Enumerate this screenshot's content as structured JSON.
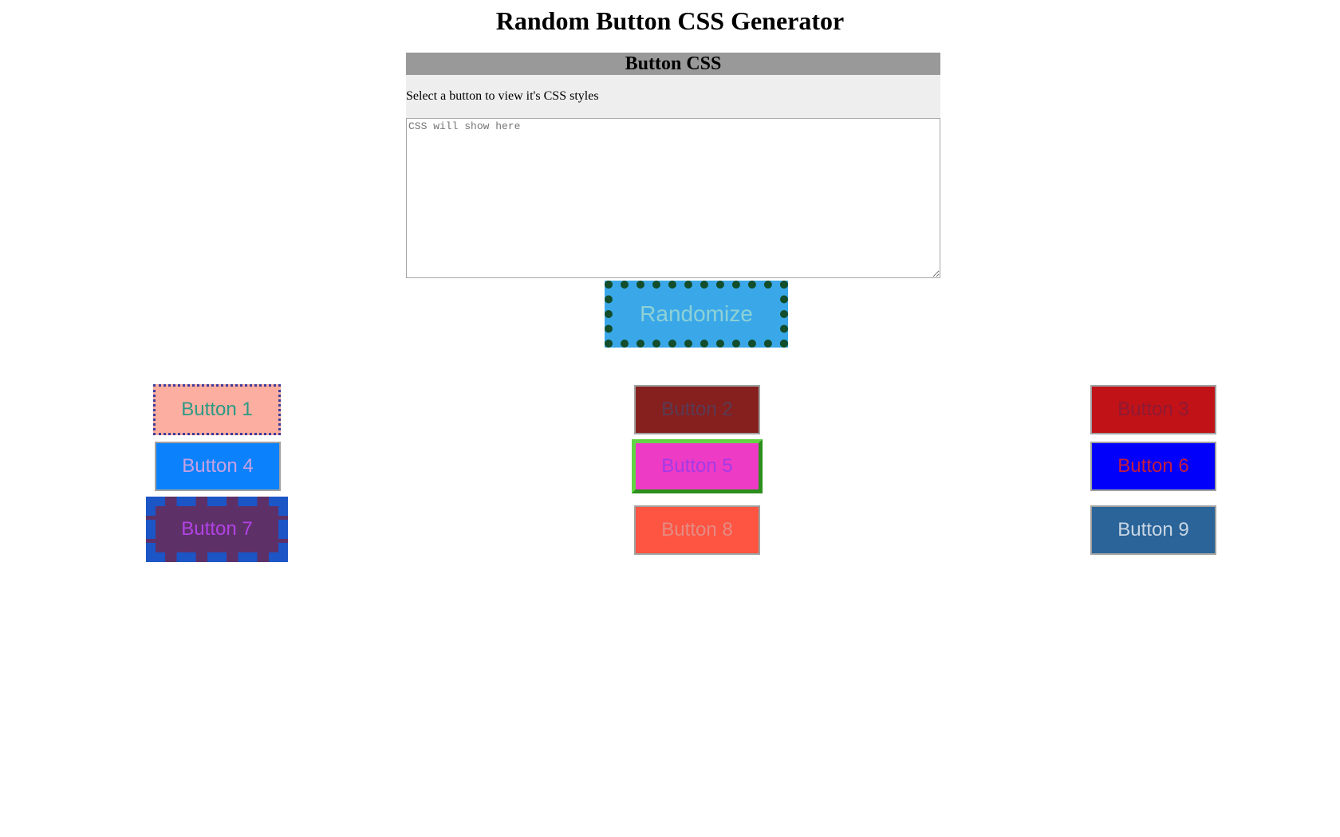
{
  "page": {
    "title": "Random Button CSS Generator"
  },
  "panel": {
    "header": "Button CSS",
    "instruction": "Select a button to view it's CSS styles",
    "output_placeholder": "CSS will show here"
  },
  "randomize": {
    "label": "Randomize"
  },
  "buttons": [
    {
      "label": "Button 1"
    },
    {
      "label": "Button 2"
    },
    {
      "label": "Button 3"
    },
    {
      "label": "Button 4"
    },
    {
      "label": "Button 5"
    },
    {
      "label": "Button 6"
    },
    {
      "label": "Button 7"
    },
    {
      "label": "Button 8"
    },
    {
      "label": "Button 9"
    }
  ],
  "colors": {
    "panel_header_bg": "#999999",
    "panel_body_bg": "#eeeeee",
    "randomize_bg": "#3aa8e8",
    "randomize_border": "#124d2c"
  }
}
